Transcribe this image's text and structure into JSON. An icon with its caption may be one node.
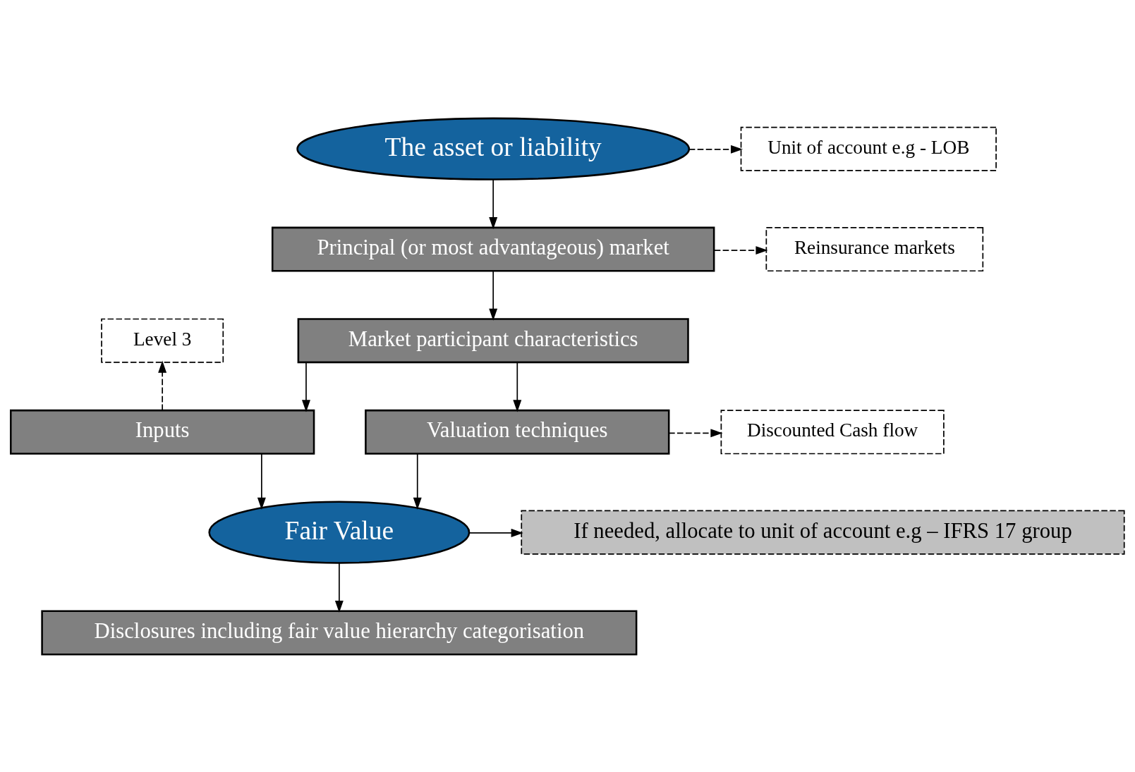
{
  "diagram": {
    "nodes": [
      {
        "text": [
          "The asset or liability"
        ]
      },
      {
        "text": [
          "Unit of account e.g - LOB"
        ]
      },
      {
        "text": [
          "Principal (or most advantageous) market"
        ]
      },
      {
        "text": [
          "Reinsurance markets"
        ]
      },
      {
        "text": [
          "Market participant characteristics"
        ]
      },
      {
        "text": [
          "Level 3"
        ]
      },
      {
        "text": [
          "Inputs"
        ]
      },
      {
        "text": [
          "Valuation techniques"
        ]
      },
      {
        "text": [
          "Discounted Cash flow"
        ]
      },
      {
        "text": [
          "Fair Value"
        ]
      },
      {
        "text": [
          "If needed, allocate to unit of account e.g – IFRS 17 group"
        ]
      },
      {
        "text": [
          "Disclosures including fair value hierarchy categorisation"
        ]
      }
    ],
    "edges": [
      {
        "from": 0,
        "to": 1,
        "arrow": "to",
        "style": "dashed"
      },
      {
        "from": 0,
        "to": 2,
        "arrow": "to"
      },
      {
        "from": 2,
        "to": 3,
        "arrow": "to",
        "style": "dashed"
      },
      {
        "from": 2,
        "to": 4,
        "arrow": "to"
      },
      {
        "from": 4,
        "to": 6,
        "arrow": "to"
      },
      {
        "from": 4,
        "to": 7,
        "arrow": "to"
      },
      {
        "from": 6,
        "to": 5,
        "arrow": "to",
        "style": "dashed"
      },
      {
        "from": 7,
        "to": 8,
        "arrow": "to",
        "style": "dashed"
      },
      {
        "from": 6,
        "to": 9,
        "arrow": "to"
      },
      {
        "from": 7,
        "to": 9,
        "arrow": "to"
      },
      {
        "from": 9,
        "to": 11,
        "arrow": "to"
      },
      {
        "from": 9,
        "to": 10,
        "arrow": "to"
      }
    ]
  }
}
